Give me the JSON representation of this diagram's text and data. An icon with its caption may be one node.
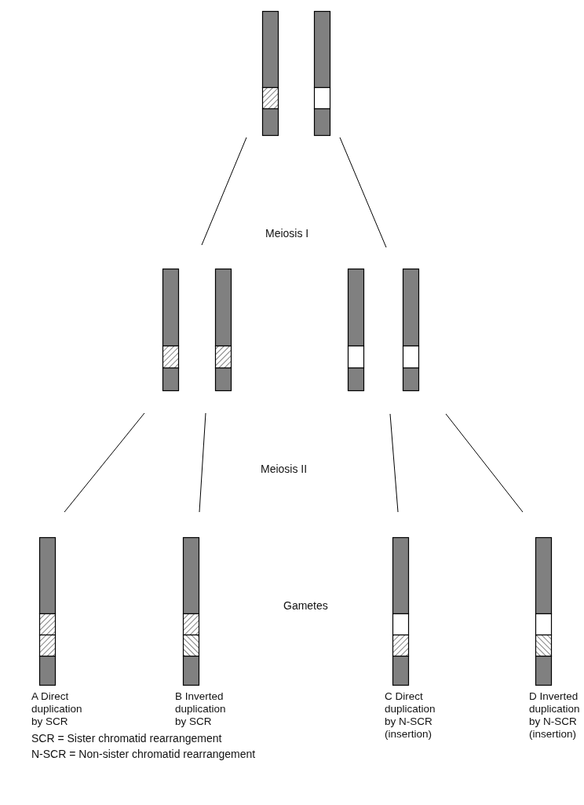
{
  "diagram": {
    "nodes": [
      {
        "text": [],
        "shape": "bar"
      },
      {
        "text": [],
        "shape": "bar"
      },
      {
        "text": [],
        "shape": "bar"
      },
      {
        "text": [],
        "shape": "bar",
        "beside": [
          "A Direct duplication by SCR"
        ]
      },
      {
        "text": [],
        "shape": "bar",
        "beside": [
          "B Inverted duplication by SCR"
        ]
      },
      {
        "text": [],
        "shape": "bar",
        "beside": [
          "C Direct duplication by N-SCR (insertion)"
        ]
      },
      {
        "text": [],
        "shape": "bar",
        "beside": [
          "D Inverted duplication by N-SCR (insertion)"
        ]
      }
    ],
    "edges": [
      {
        "from": 0,
        "to": 1,
        "arrow": "none"
      },
      {
        "from": 0,
        "to": 2,
        "arrow": "none"
      },
      {
        "from": 1,
        "to": 3,
        "arrow": "none"
      },
      {
        "from": 1,
        "to": 4,
        "arrow": "none"
      },
      {
        "from": 2,
        "to": 5,
        "arrow": "none"
      },
      {
        "from": 2,
        "to": 6,
        "arrow": "none"
      }
    ],
    "labels": [
      "Meiosis I",
      "Meiosis II",
      "Gametes",
      "SCR = Sister chromatid rearrangement",
      "N-SCR = Non-sister chromatid rearrangement"
    ]
  }
}
